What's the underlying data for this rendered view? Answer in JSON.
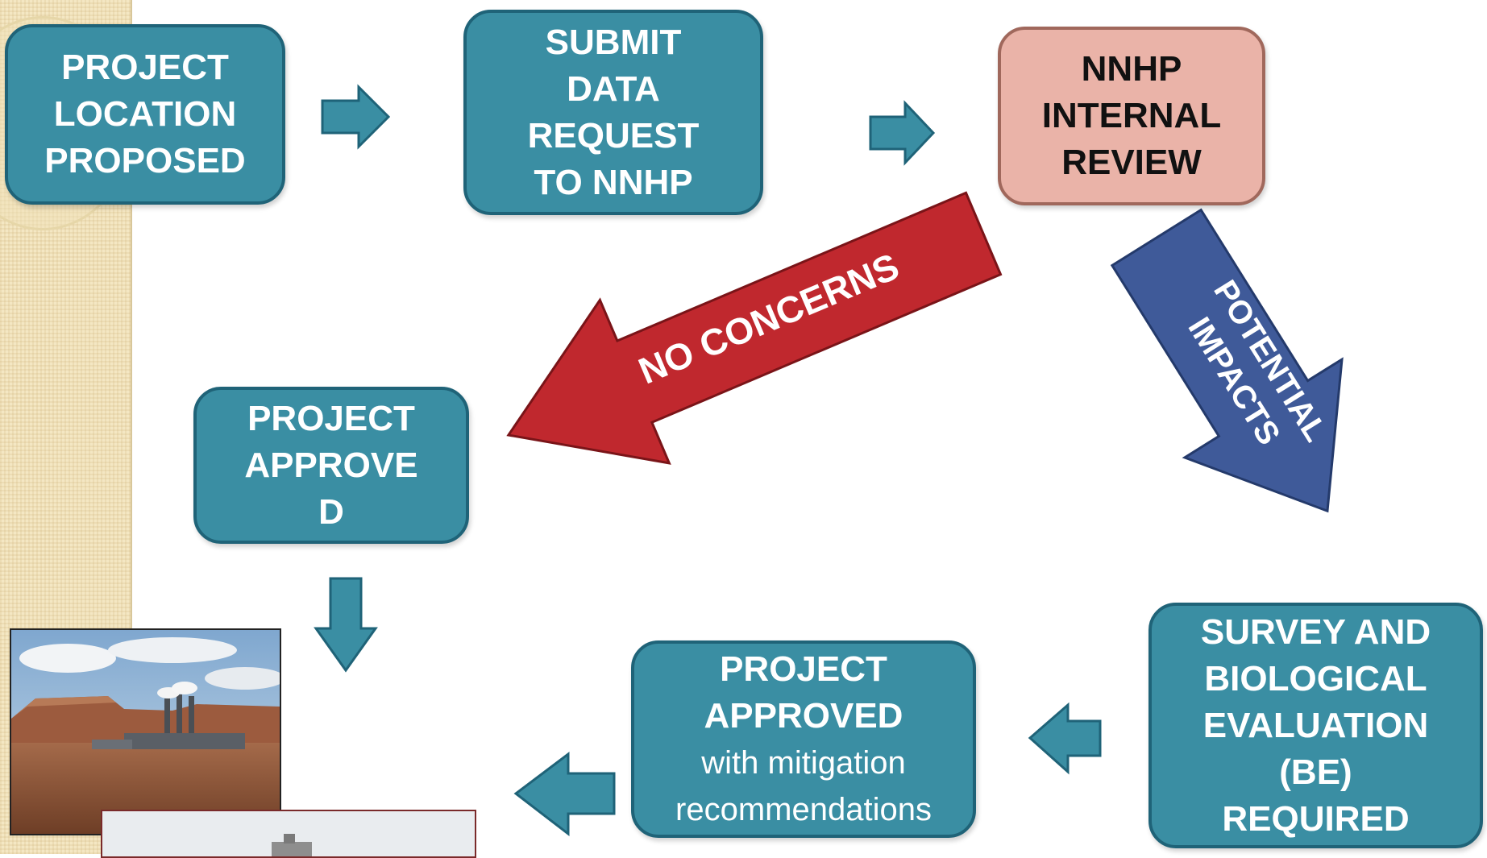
{
  "colors": {
    "box_fill": "#3a8ea3",
    "box_border": "#1f6378",
    "review_fill": "#eab3a8",
    "no_concerns_arrow": "#c0282e",
    "potential_impacts_arrow": "#3f5a99",
    "small_arrow": "#3a8ea3"
  },
  "steps": {
    "location": {
      "lines": [
        "PROJECT",
        "LOCATION",
        "PROPOSED"
      ]
    },
    "submit": {
      "lines": [
        "SUBMIT",
        "DATA",
        "REQUEST",
        "TO NNHP"
      ]
    },
    "review": {
      "lines": [
        "NNHP",
        "INTERNAL",
        "REVIEW"
      ]
    },
    "approved": {
      "lines": [
        "PROJECT",
        "APPROVE",
        "D"
      ]
    },
    "survey": {
      "lines": [
        "SURVEY AND",
        "BIOLOGICAL",
        "EVALUATION",
        "(BE)",
        "REQUIRED"
      ]
    },
    "approved_mitigation": {
      "lines": [
        "PROJECT",
        "APPROVED"
      ],
      "detail_lines": [
        "with mitigation",
        "recommendations"
      ]
    }
  },
  "branches": {
    "no_concerns": "NO CONCERNS",
    "potential_impacts": [
      "POTENTIAL",
      "IMPACTS"
    ]
  },
  "icons": {
    "arrow": "block-arrow-icon",
    "photo": "power-plant-landscape-photo"
  }
}
